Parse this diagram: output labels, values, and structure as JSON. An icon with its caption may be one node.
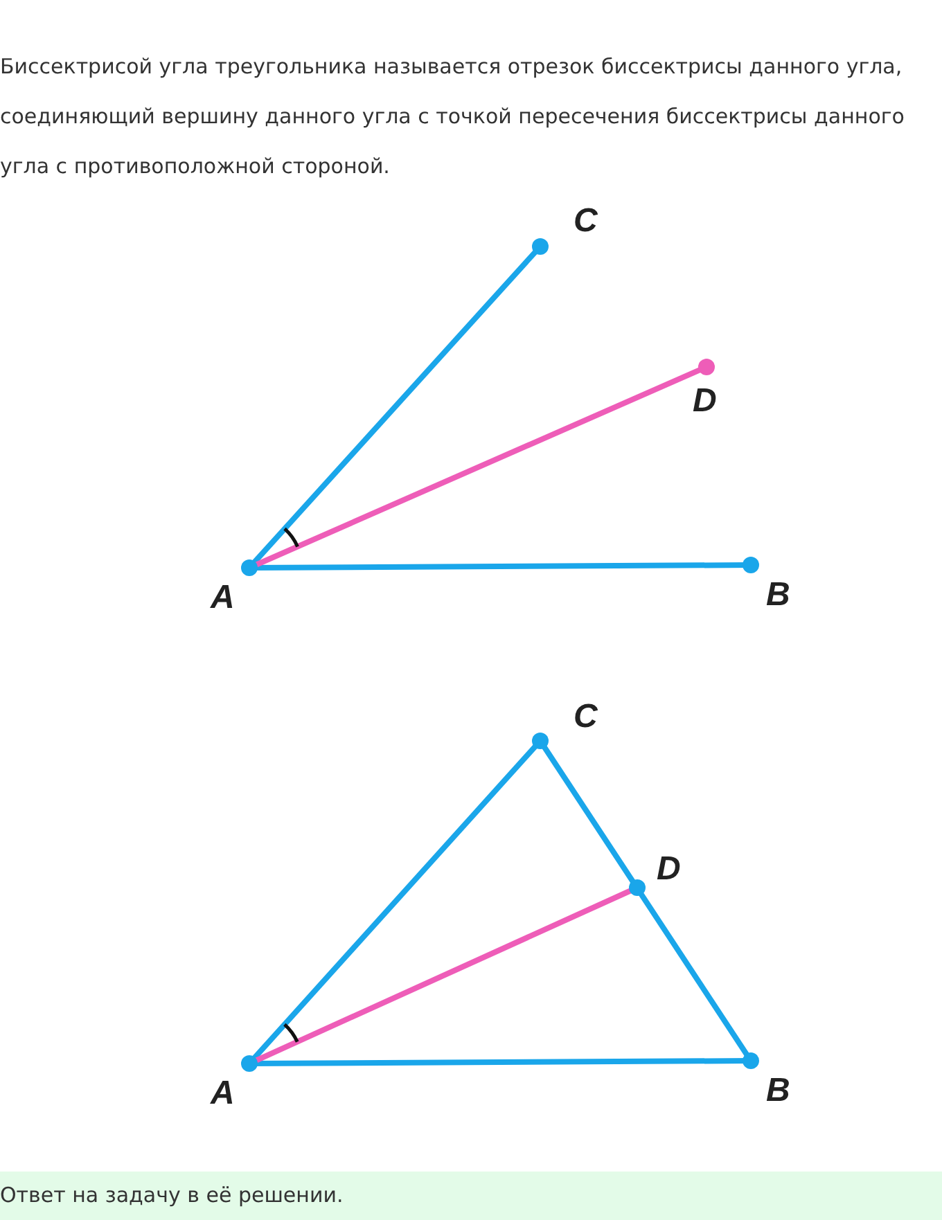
{
  "diagram": {
    "labels": [
      "Биссектрисой угла треугольника называется отрезок биссектрисы данного угла, соединяющий вершину данного угла с точкой пересечения биссектрисы данного угла с противоположной стороной.",
      "C",
      "D",
      "A",
      "B",
      "C",
      "D",
      "A",
      "B",
      "Ответ на задачу в её решении."
    ]
  }
}
